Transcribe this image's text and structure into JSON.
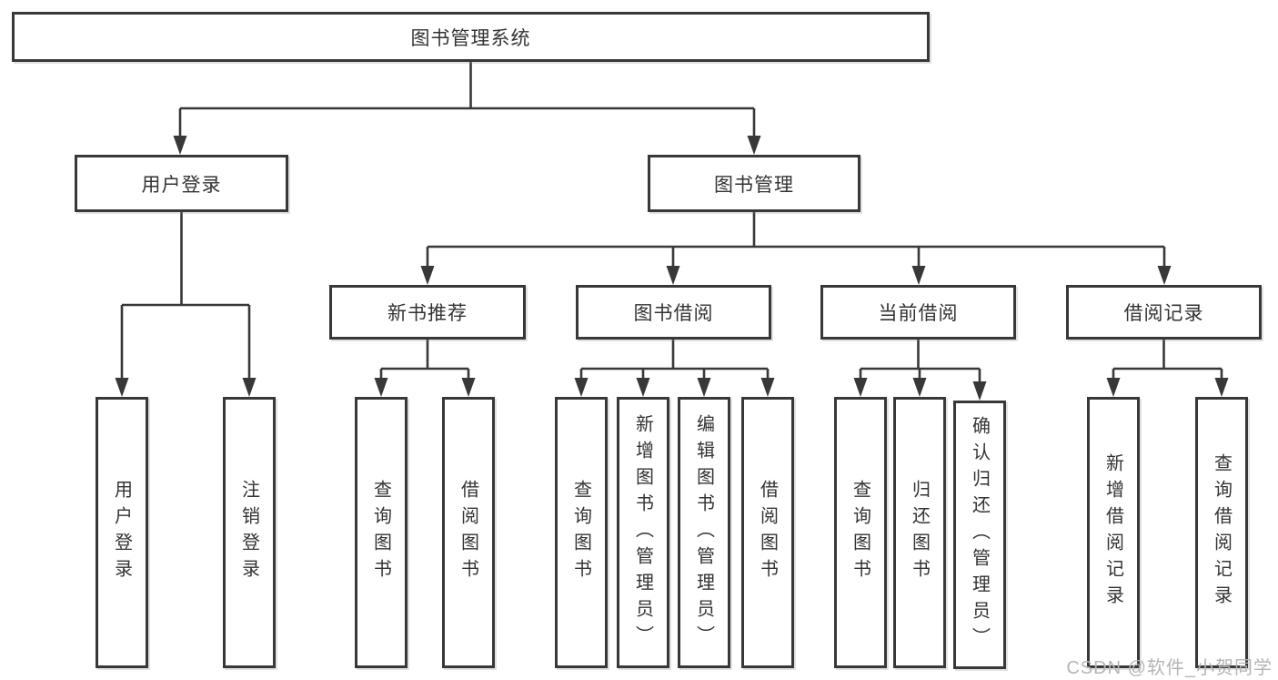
{
  "diagram": {
    "root": "图书管理系统",
    "branches": [
      {
        "label": "用户登录",
        "children": [
          "用户登录",
          "注销登录"
        ]
      },
      {
        "label": "图书管理",
        "sections": [
          {
            "label": "新书推荐",
            "children": [
              "查询图书",
              "借阅图书"
            ]
          },
          {
            "label": "图书借阅",
            "children": [
              "查询图书",
              "新增图书（管理员）",
              "编辑图书（管理员）",
              "借阅图书"
            ]
          },
          {
            "label": "当前借阅",
            "children": [
              "查询图书",
              "归还图书",
              "确认归还（管理员）"
            ]
          },
          {
            "label": "借阅记录",
            "children": [
              "新增借阅记录",
              "查询借阅记录"
            ]
          }
        ]
      }
    ]
  },
  "watermark": "CSDN @软件_小贺同学",
  "colors": {
    "line": "#383838",
    "text": "#333333",
    "watermark": "#b5b5b5",
    "background": "#ffffff"
  }
}
